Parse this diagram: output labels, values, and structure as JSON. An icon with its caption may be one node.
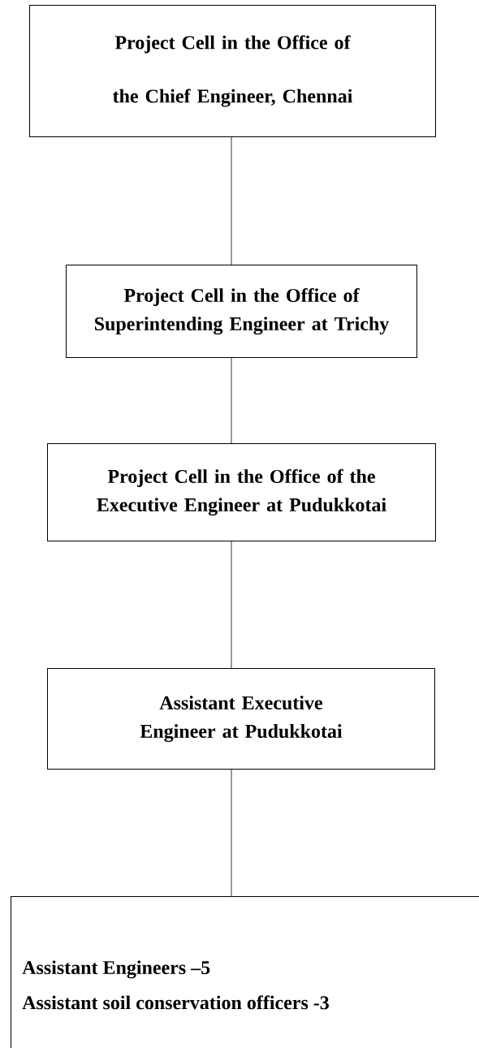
{
  "diagram": {
    "nodes": [
      {
        "text": [
          "Project Cell in the Office of the Chief Engineer, Chennai"
        ]
      },
      {
        "text": [
          "Project Cell in the Office of Superintending Engineer at Trichy"
        ]
      },
      {
        "text": [
          "Project Cell in the Office of the Executive Engineer at Pudukkotai"
        ]
      },
      {
        "text": [
          "Assistant Executive Engineer at Pudukkotai"
        ]
      },
      {
        "text": [
          "Assistant Engineers –5",
          "Assistant soil conservation officers -3"
        ]
      }
    ],
    "edges": [
      {
        "from": 0,
        "to": 1,
        "arrow": "none"
      },
      {
        "from": 1,
        "to": 2,
        "arrow": "none"
      },
      {
        "from": 2,
        "to": 3,
        "arrow": "none"
      },
      {
        "from": 3,
        "to": 4,
        "arrow": "none"
      }
    ]
  }
}
